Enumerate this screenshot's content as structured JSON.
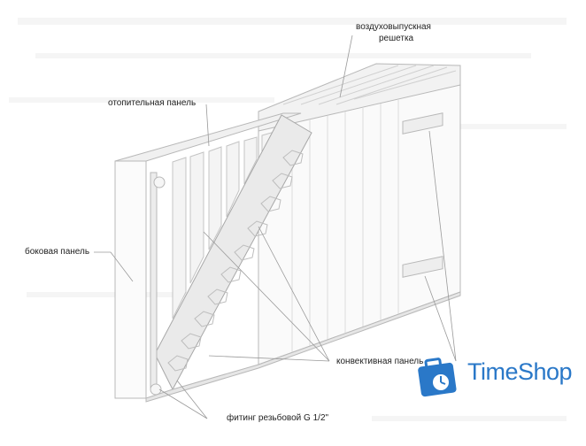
{
  "labels": {
    "air_grille_line1": "воздуховыпускная",
    "air_grille_line2": "решетка",
    "heating_panel": "отопительная панель",
    "side_panel": "боковая панель",
    "convection_panel": "конвективная панель",
    "fitting": "фитинг резьбовой G 1/2\""
  },
  "brand": {
    "name": "TimeShop",
    "color": "#2a78c8",
    "icon": "briefcase-clock-icon"
  },
  "diagram": {
    "subject": "panel radiator cutaway",
    "line_color": "#9a9a9a"
  }
}
